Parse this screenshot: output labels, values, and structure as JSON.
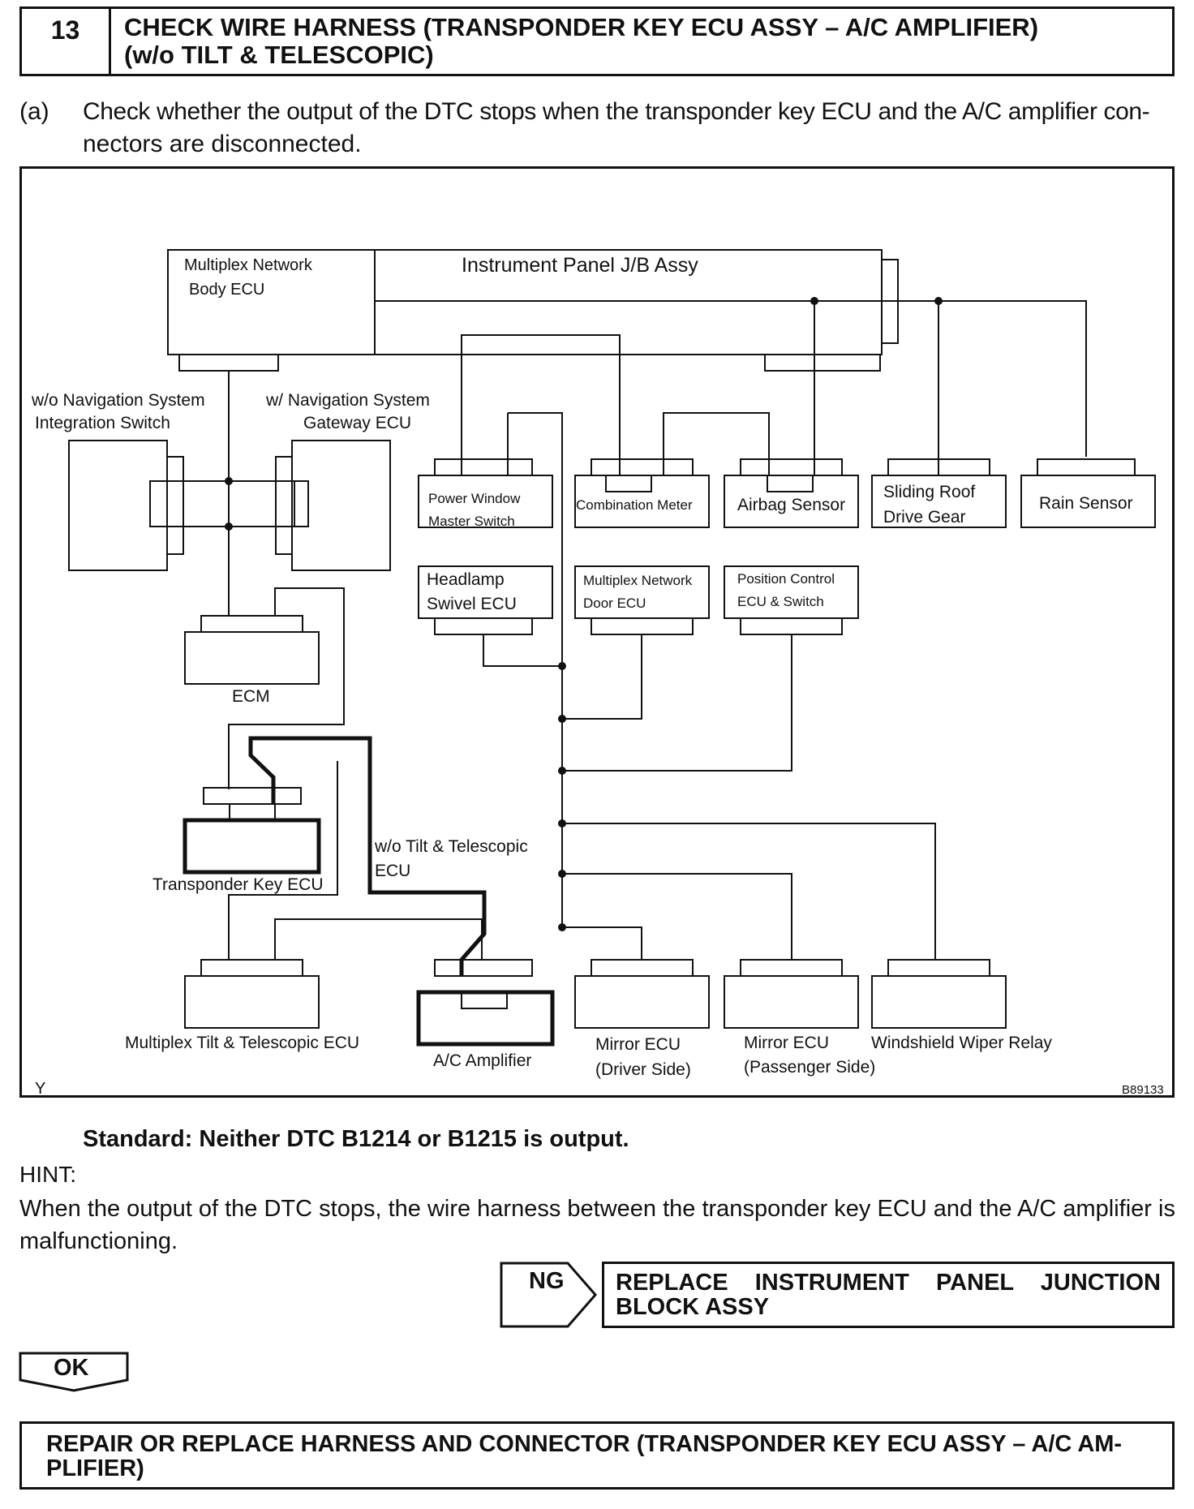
{
  "step": {
    "number": "13",
    "title_line1": "CHECK WIRE HARNESS (TRANSPONDER KEY ECU ASSY – A/C AMPLIFIER)",
    "title_line2": "(w/o TILT & TELESCOPIC)"
  },
  "instruction": {
    "marker": "(a)",
    "line1": "Check whether the output of the DTC stops when the transponder key ECU and the A/C amplifier con-",
    "line2": "nectors are disconnected."
  },
  "diagram": {
    "labels": {
      "body_ecu_1": "Multiplex Network",
      "body_ecu_2": "Body ECU",
      "jb_assy": "Instrument Panel J/B Assy",
      "wo_nav_1": "w/o Navigation System",
      "wo_nav_2": "Integration Switch",
      "w_nav_1": "w/ Navigation System",
      "w_nav_2": "Gateway ECU",
      "pw_1": "Power Window",
      "pw_2": "Master Switch",
      "combo": "Combination Meter",
      "airbag": "Airbag Sensor",
      "sroof_1": "Sliding Roof",
      "sroof_2": "Drive Gear",
      "rain": "Rain Sensor",
      "head_1": "Headlamp",
      "head_2": "Swivel ECU",
      "door_1": "Multiplex Network",
      "door_2": "Door ECU",
      "pos_1": "Position Control",
      "pos_2": "ECU & Switch",
      "ecm": "ECM",
      "tkey": "Transponder Key ECU",
      "wo_tilt_1": "w/o  Tilt  &  Telescopic",
      "wo_tilt_2": "ECU",
      "tilt": "Multiplex Tilt & Telescopic ECU",
      "ac": "A/C Amplifier",
      "mir_d_1": "Mirror ECU",
      "mir_d_2": "(Driver Side)",
      "mir_p_1": "Mirror ECU",
      "mir_p_2": "(Passenger Side)",
      "wiper": "Windshield Wiper Relay",
      "corner_left": "Y",
      "corner_right": "B89133"
    }
  },
  "standard": "Standard: Neither DTC B1214 or B1215 is output.",
  "hint": {
    "label": "HINT:",
    "text": "When the output of the DTC stops, the wire harness between the transponder key ECU and the A/C amplifier is  malfunctioning."
  },
  "ng_branch": {
    "label": "NG",
    "action_line1": "REPLACE  INSTRUMENT  PANEL  JUNCTION",
    "action_line2": "BLOCK ASSY"
  },
  "ok_branch": {
    "label": "OK"
  },
  "final_action": {
    "line1": "REPAIR OR REPLACE HARNESS AND CONNECTOR (TRANSPONDER KEY ECU ASSY – A/C AM-",
    "line2": "PLIFIER)"
  }
}
